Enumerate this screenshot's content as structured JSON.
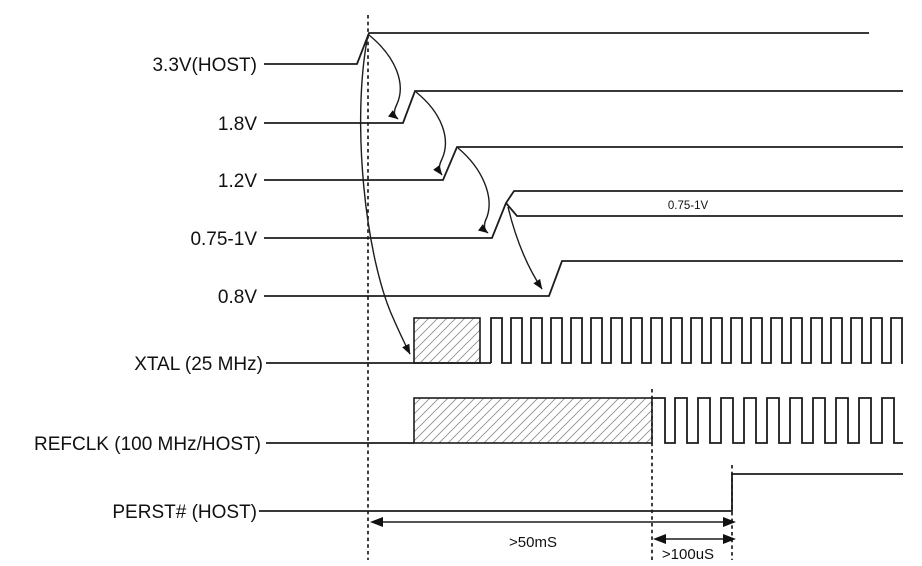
{
  "diagram": {
    "background_color": "#ffffff",
    "line_color": "#1c1c1c",
    "signals": [
      {
        "label": "3.3V(HOST)"
      },
      {
        "label": "1.8V"
      },
      {
        "label": "1.2V"
      },
      {
        "label": "0.75-1V",
        "band_label": "0.75-1V"
      },
      {
        "label": "0.8V"
      },
      {
        "label": "XTAL (25 MHz)"
      },
      {
        "label": "REFCLK (100 MHz/HOST)"
      },
      {
        "label": "PERST# (HOST)"
      }
    ],
    "sequence_arrows": [
      {
        "from": "3.3V(HOST)",
        "to": "1.8V"
      },
      {
        "from": "1.8V",
        "to": "1.2V"
      },
      {
        "from": "1.2V",
        "to": "0.75-1V"
      },
      {
        "from": "0.75-1V",
        "to": "0.8V"
      },
      {
        "from": "3.3V(HOST)",
        "to": "XTAL (25 MHz)"
      }
    ],
    "timing_annotations": [
      {
        "label": ">50mS"
      },
      {
        "label": ">100uS"
      }
    ]
  }
}
